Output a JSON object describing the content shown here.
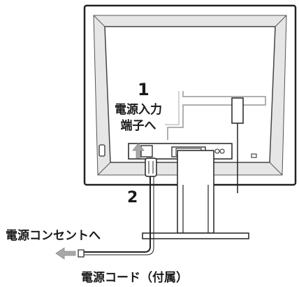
{
  "labels": {
    "step1": "1",
    "inlet_line1": "電源入力",
    "inlet_line2": "端子へ",
    "step2": "2",
    "to_outlet": "電源コンセントへ",
    "power_cord": "電源コード（付属）"
  },
  "colors": {
    "monitor_fill": "#ffffff",
    "monitor_shade": "#dcdcdc",
    "line": "#222222",
    "arrow": "#a8a8a8",
    "text": "#1a1a1a"
  },
  "icons": {
    "to_outlet_arrow": "arrow-left-icon",
    "insert_arrow": "arrow-up-icon"
  }
}
